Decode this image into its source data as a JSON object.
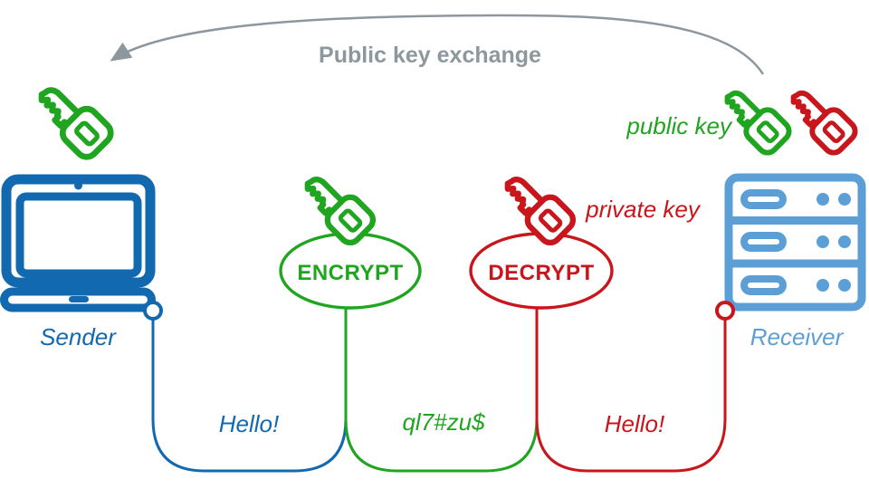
{
  "diagram": {
    "title": "Public key exchange",
    "sender": {
      "label": "Sender"
    },
    "receiver": {
      "label": "Receiver"
    },
    "encrypt": {
      "label": "ENCRYPT"
    },
    "decrypt": {
      "label": "DECRYPT"
    },
    "public_key": {
      "label": "public key"
    },
    "private_key": {
      "label": "private key"
    },
    "messages": {
      "sender_plaintext": "Hello!",
      "ciphertext": "ql7#zu$",
      "receiver_plaintext": "Hello!"
    }
  },
  "icons": {
    "sender": "laptop-icon",
    "receiver": "server-icon",
    "key": "key-icon",
    "exchange": "curved-arrow-left-icon"
  },
  "colors": {
    "dark_blue": "#1269b0",
    "light_blue": "#5c9fd6",
    "green": "#1fa51f",
    "red": "#c9151c",
    "gray": "#8d979e"
  }
}
